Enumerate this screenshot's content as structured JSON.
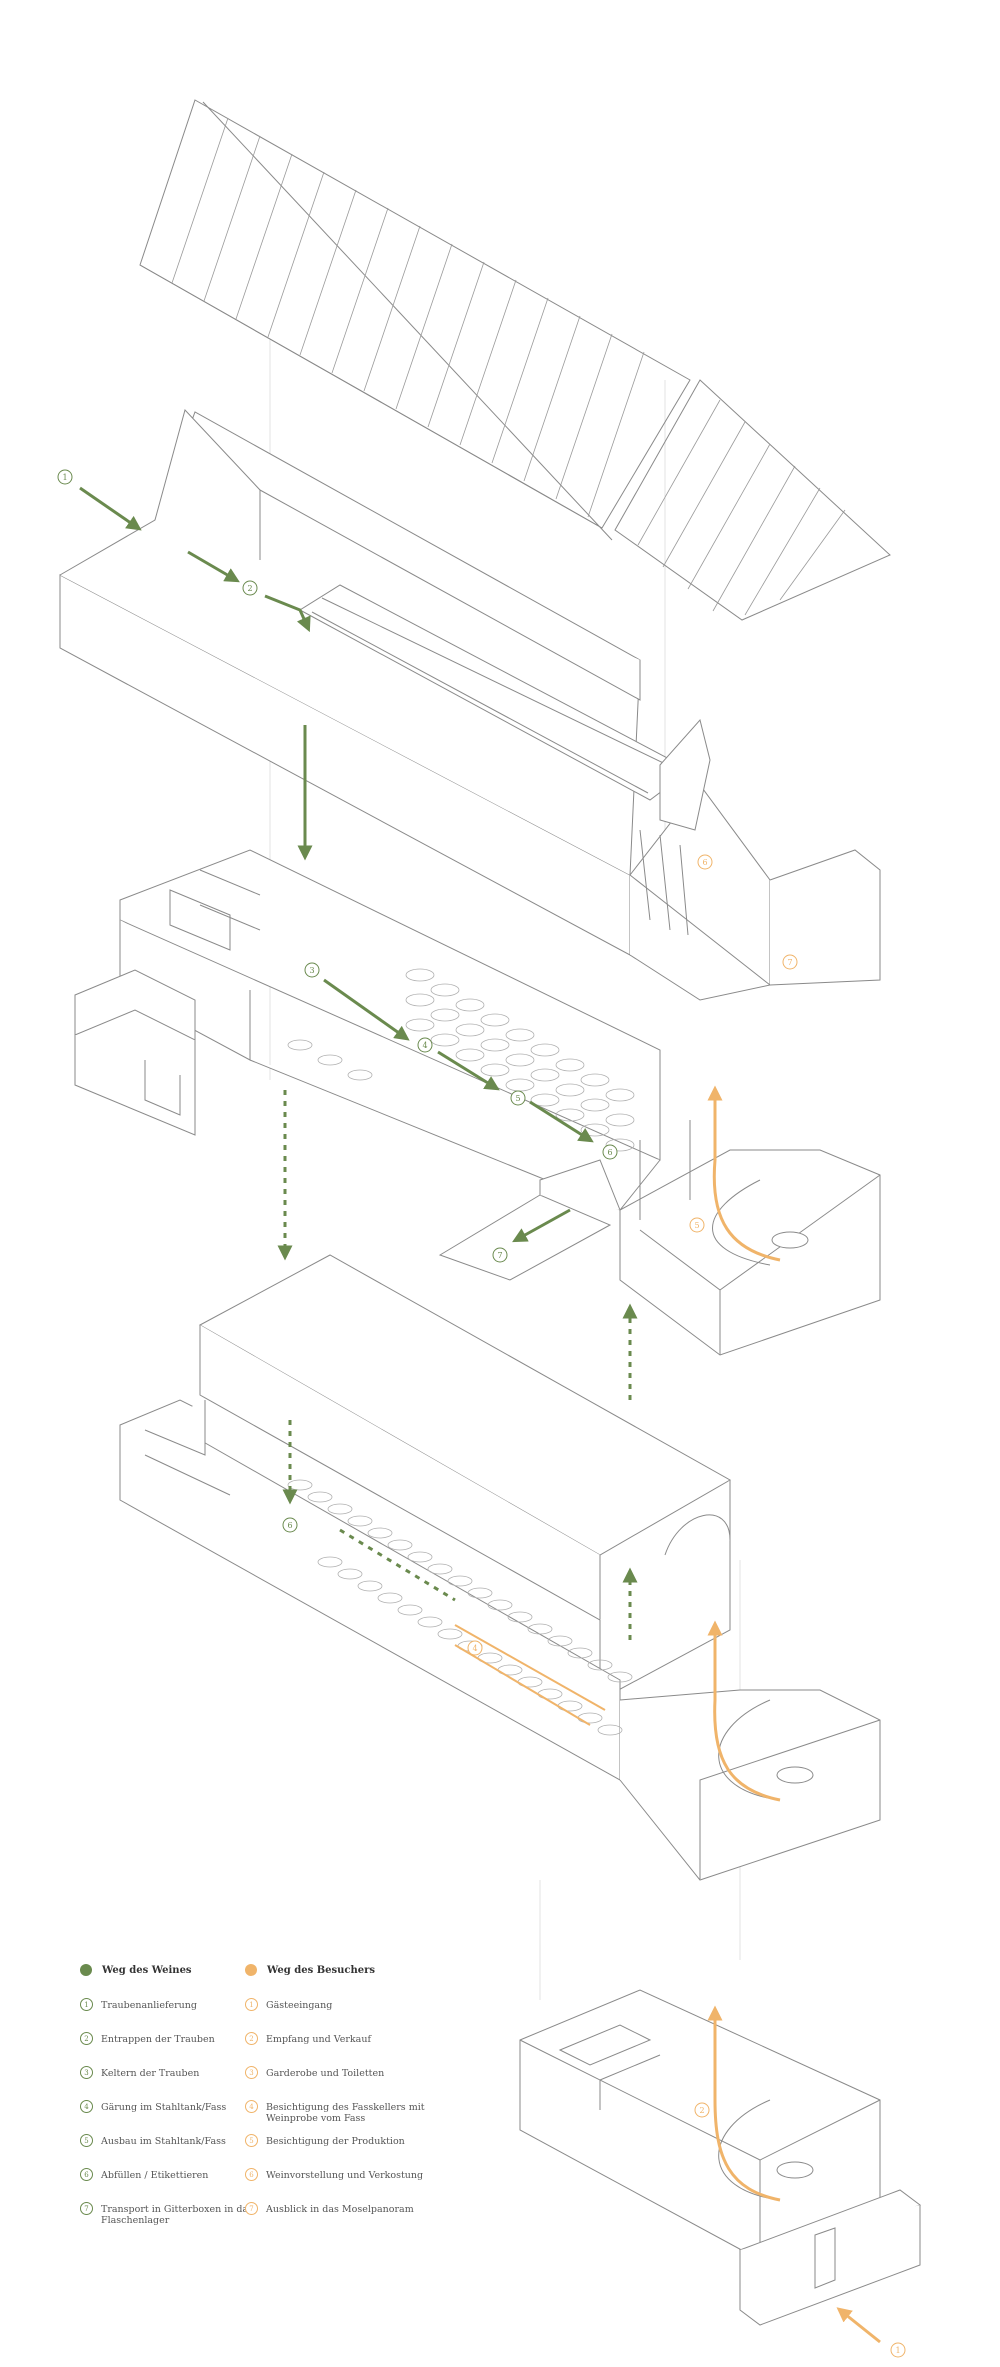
{
  "colors": {
    "wine": "#6a8a4e",
    "visitor": "#f0b46a",
    "line": "#8a8a8a",
    "text": "#555555"
  },
  "legend": {
    "wine": {
      "title": "Weg des Weines",
      "items": [
        {
          "num": "1",
          "text": "Traubenanlieferung"
        },
        {
          "num": "2",
          "text": "Entrappen der Trauben"
        },
        {
          "num": "3",
          "text": "Keltern der Trauben"
        },
        {
          "num": "4",
          "text": "Gärung im Stahltank/Fass"
        },
        {
          "num": "5",
          "text": "Ausbau im Stahltank/Fass"
        },
        {
          "num": "6",
          "text": "Abfüllen / Etikettieren"
        },
        {
          "num": "7",
          "text": "Transport in Gitterboxen in das Flaschenlager"
        }
      ]
    },
    "visitor": {
      "title": "Weg des Besuchers",
      "items": [
        {
          "num": "1",
          "text": "Gästeeingang"
        },
        {
          "num": "2",
          "text": "Empfang und Verkauf"
        },
        {
          "num": "3",
          "text": "Garderobe und Toiletten"
        },
        {
          "num": "4",
          "text": "Besichtigung des Fasskellers mit Weinprobe vom Fass"
        },
        {
          "num": "5",
          "text": "Besichtigung der Produktion"
        },
        {
          "num": "6",
          "text": "Weinvorstellung und Verkostung"
        },
        {
          "num": "7",
          "text": "Ausblick in das Moselpanoram"
        }
      ]
    }
  },
  "markers": {
    "wine": [
      "1",
      "2",
      "3",
      "4",
      "5",
      "6",
      "7",
      "6"
    ],
    "visitor": [
      "6",
      "7",
      "5",
      "4",
      "2",
      "1"
    ]
  }
}
